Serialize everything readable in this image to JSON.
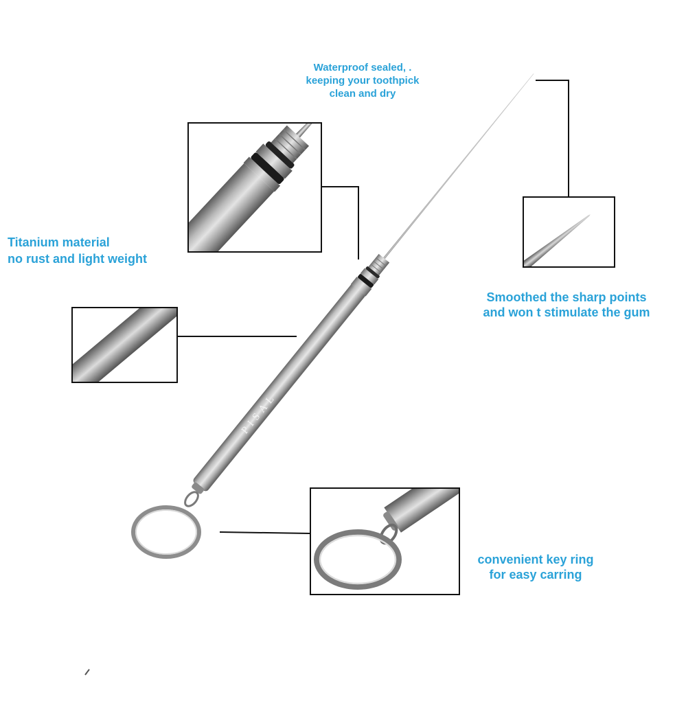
{
  "captions": {
    "waterproof": "Waterproof sealed, .\nkeeping your toothpick\nclean and dry",
    "titanium": "Titanium material\nno rust and light weight",
    "smoothed": "Smoothed the sharp points\nand won t stimulate the gum",
    "keyring": "convenient key ring\nfor easy carring"
  },
  "product_engraving": "PISAL",
  "colors": {
    "caption": "#2aa2d8",
    "metal_light": "#d9d9d9",
    "metal_mid": "#9c9c9c",
    "metal_dark": "#5a5a5a",
    "seal_ring": "#1a1a1a"
  }
}
